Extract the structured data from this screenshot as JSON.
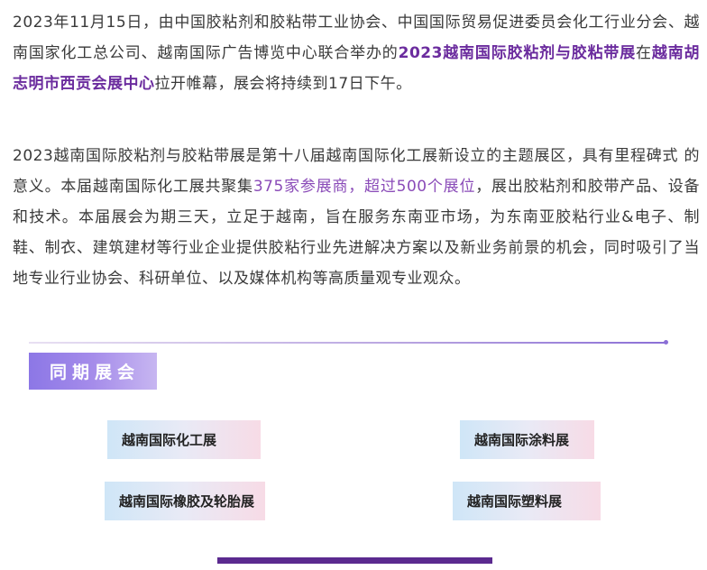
{
  "article": {
    "paragraph1": {
      "part1": "2023年11月15日，由中国胶粘剂和胶粘带工业协会、中国国际贸易促进委员会化工行业分会、越南国家化工总公司、越南国际广告博览中心联合举办的",
      "highlight_expo": "2023越南国际胶粘剂与胶粘带展",
      "part2": "在",
      "highlight_venue": "越南胡志明市西贡会展中心",
      "part3": "拉开帷幕，展会将持续到17日下午。"
    },
    "paragraph2": {
      "part1": "2023越南国际胶粘剂与胶粘带展是第十八届越南国际化工展新设立的主题展区，具有里程碑式 的意义。本届越南国际化工展共聚集",
      "highlight_stats": "375家参展商，超过500个展位",
      "part2": "，展出胶粘剂和胶带产品、设备和技术。本届展会为期三天，立足于越南，旨在服务东南亚市场，为东南亚胶粘行业&电子、制鞋、制衣、建筑建材等行业企业提供胶粘行业先进解决方案以及新业务前景的机会，同时吸引了当地专业行业协会、科研单位、以及媒体机构等高质量观专业观众。"
    }
  },
  "concurrent": {
    "label": "同期展会",
    "items": [
      "越南国际化工展",
      "越南国际涂料展",
      "越南国际橡胶及轮胎展",
      "越南国际塑料展"
    ]
  },
  "colors": {
    "highlight_bold": "#6b2c9e",
    "highlight": "#8a4bb8",
    "bottom_bar": "#5b2a8f"
  }
}
